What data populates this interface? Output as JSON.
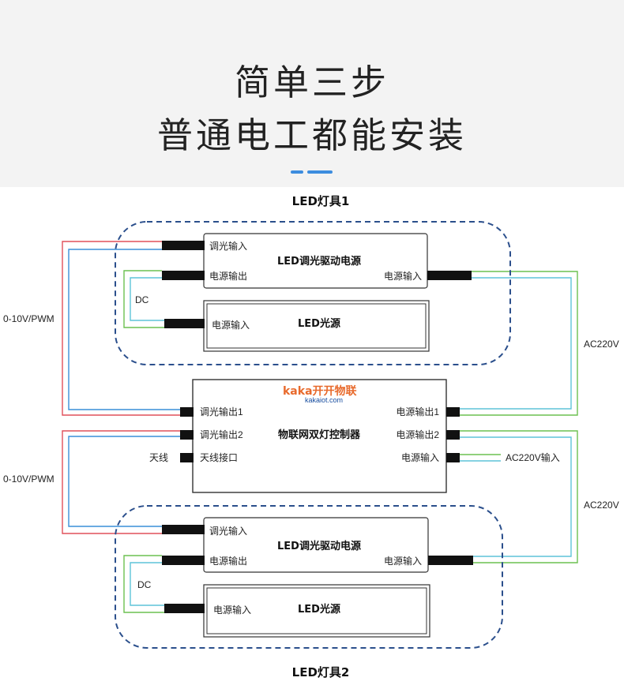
{
  "header": {
    "title_line1": "简单三步",
    "title_line2": "普通电工都能安装",
    "accent_color": "#3d8ddf"
  },
  "fixture1": {
    "title": "LED灯具1",
    "driver": {
      "name": "LED调光驱动电源",
      "dim_in": "调光输入",
      "power_out": "电源输出",
      "power_in": "电源输入"
    },
    "light": {
      "name": "LED光源",
      "power_in": "电源输入"
    },
    "dc_label": "DC"
  },
  "fixture2": {
    "title": "LED灯具2",
    "driver": {
      "name": "LED调光驱动电源",
      "dim_in": "调光输入",
      "power_out": "电源输出",
      "power_in": "电源输入"
    },
    "light": {
      "name": "LED光源",
      "power_in": "电源输入"
    },
    "dc_label": "DC"
  },
  "controller": {
    "name": "物联网双灯控制器",
    "logo_text": "kaka开开物联",
    "logo_url": "kakaiot.com",
    "dim_out1": "调光输出1",
    "dim_out2": "调光输出2",
    "antenna_port": "天线接口",
    "power_out1": "电源输出1",
    "power_out2": "电源输出2",
    "power_in": "电源输入"
  },
  "labels": {
    "signal_top": "0-10V/PWM",
    "signal_bottom": "0-10V/PWM",
    "ac_top": "AC220V",
    "ac_bottom": "AC220V",
    "antenna": "天线",
    "ac_input": "AC220V输入"
  },
  "colors": {
    "red_wire": "#e0505a",
    "blue_wire": "#3a8fd8",
    "green_wire": "#6cc050",
    "cyan_wire": "#5ec4d8",
    "dashed_border": "#2b4f8c"
  }
}
